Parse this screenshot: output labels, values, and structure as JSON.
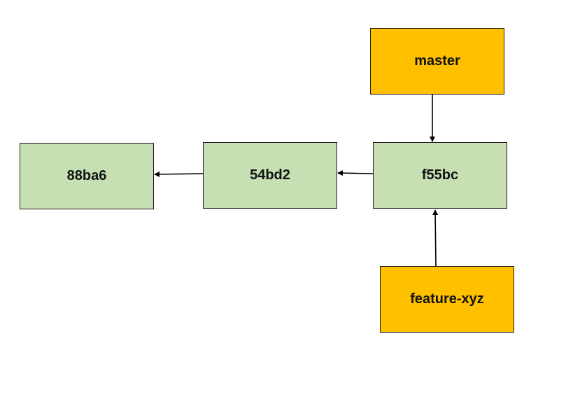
{
  "diagram": {
    "commits": [
      {
        "id": "88ba6"
      },
      {
        "id": "54bd2"
      },
      {
        "id": "f55bc"
      }
    ],
    "branches": [
      {
        "name": "master",
        "points_to": "f55bc"
      },
      {
        "name": "feature-xyz",
        "points_to": "f55bc"
      }
    ],
    "parent_links": [
      {
        "from": "f55bc",
        "to": "54bd2"
      },
      {
        "from": "54bd2",
        "to": "88ba6"
      }
    ],
    "colors": {
      "commit_fill": "#c6e0b4",
      "branch_fill": "#ffc000",
      "border": "#1a1a1a",
      "arrow": "#000000"
    }
  }
}
